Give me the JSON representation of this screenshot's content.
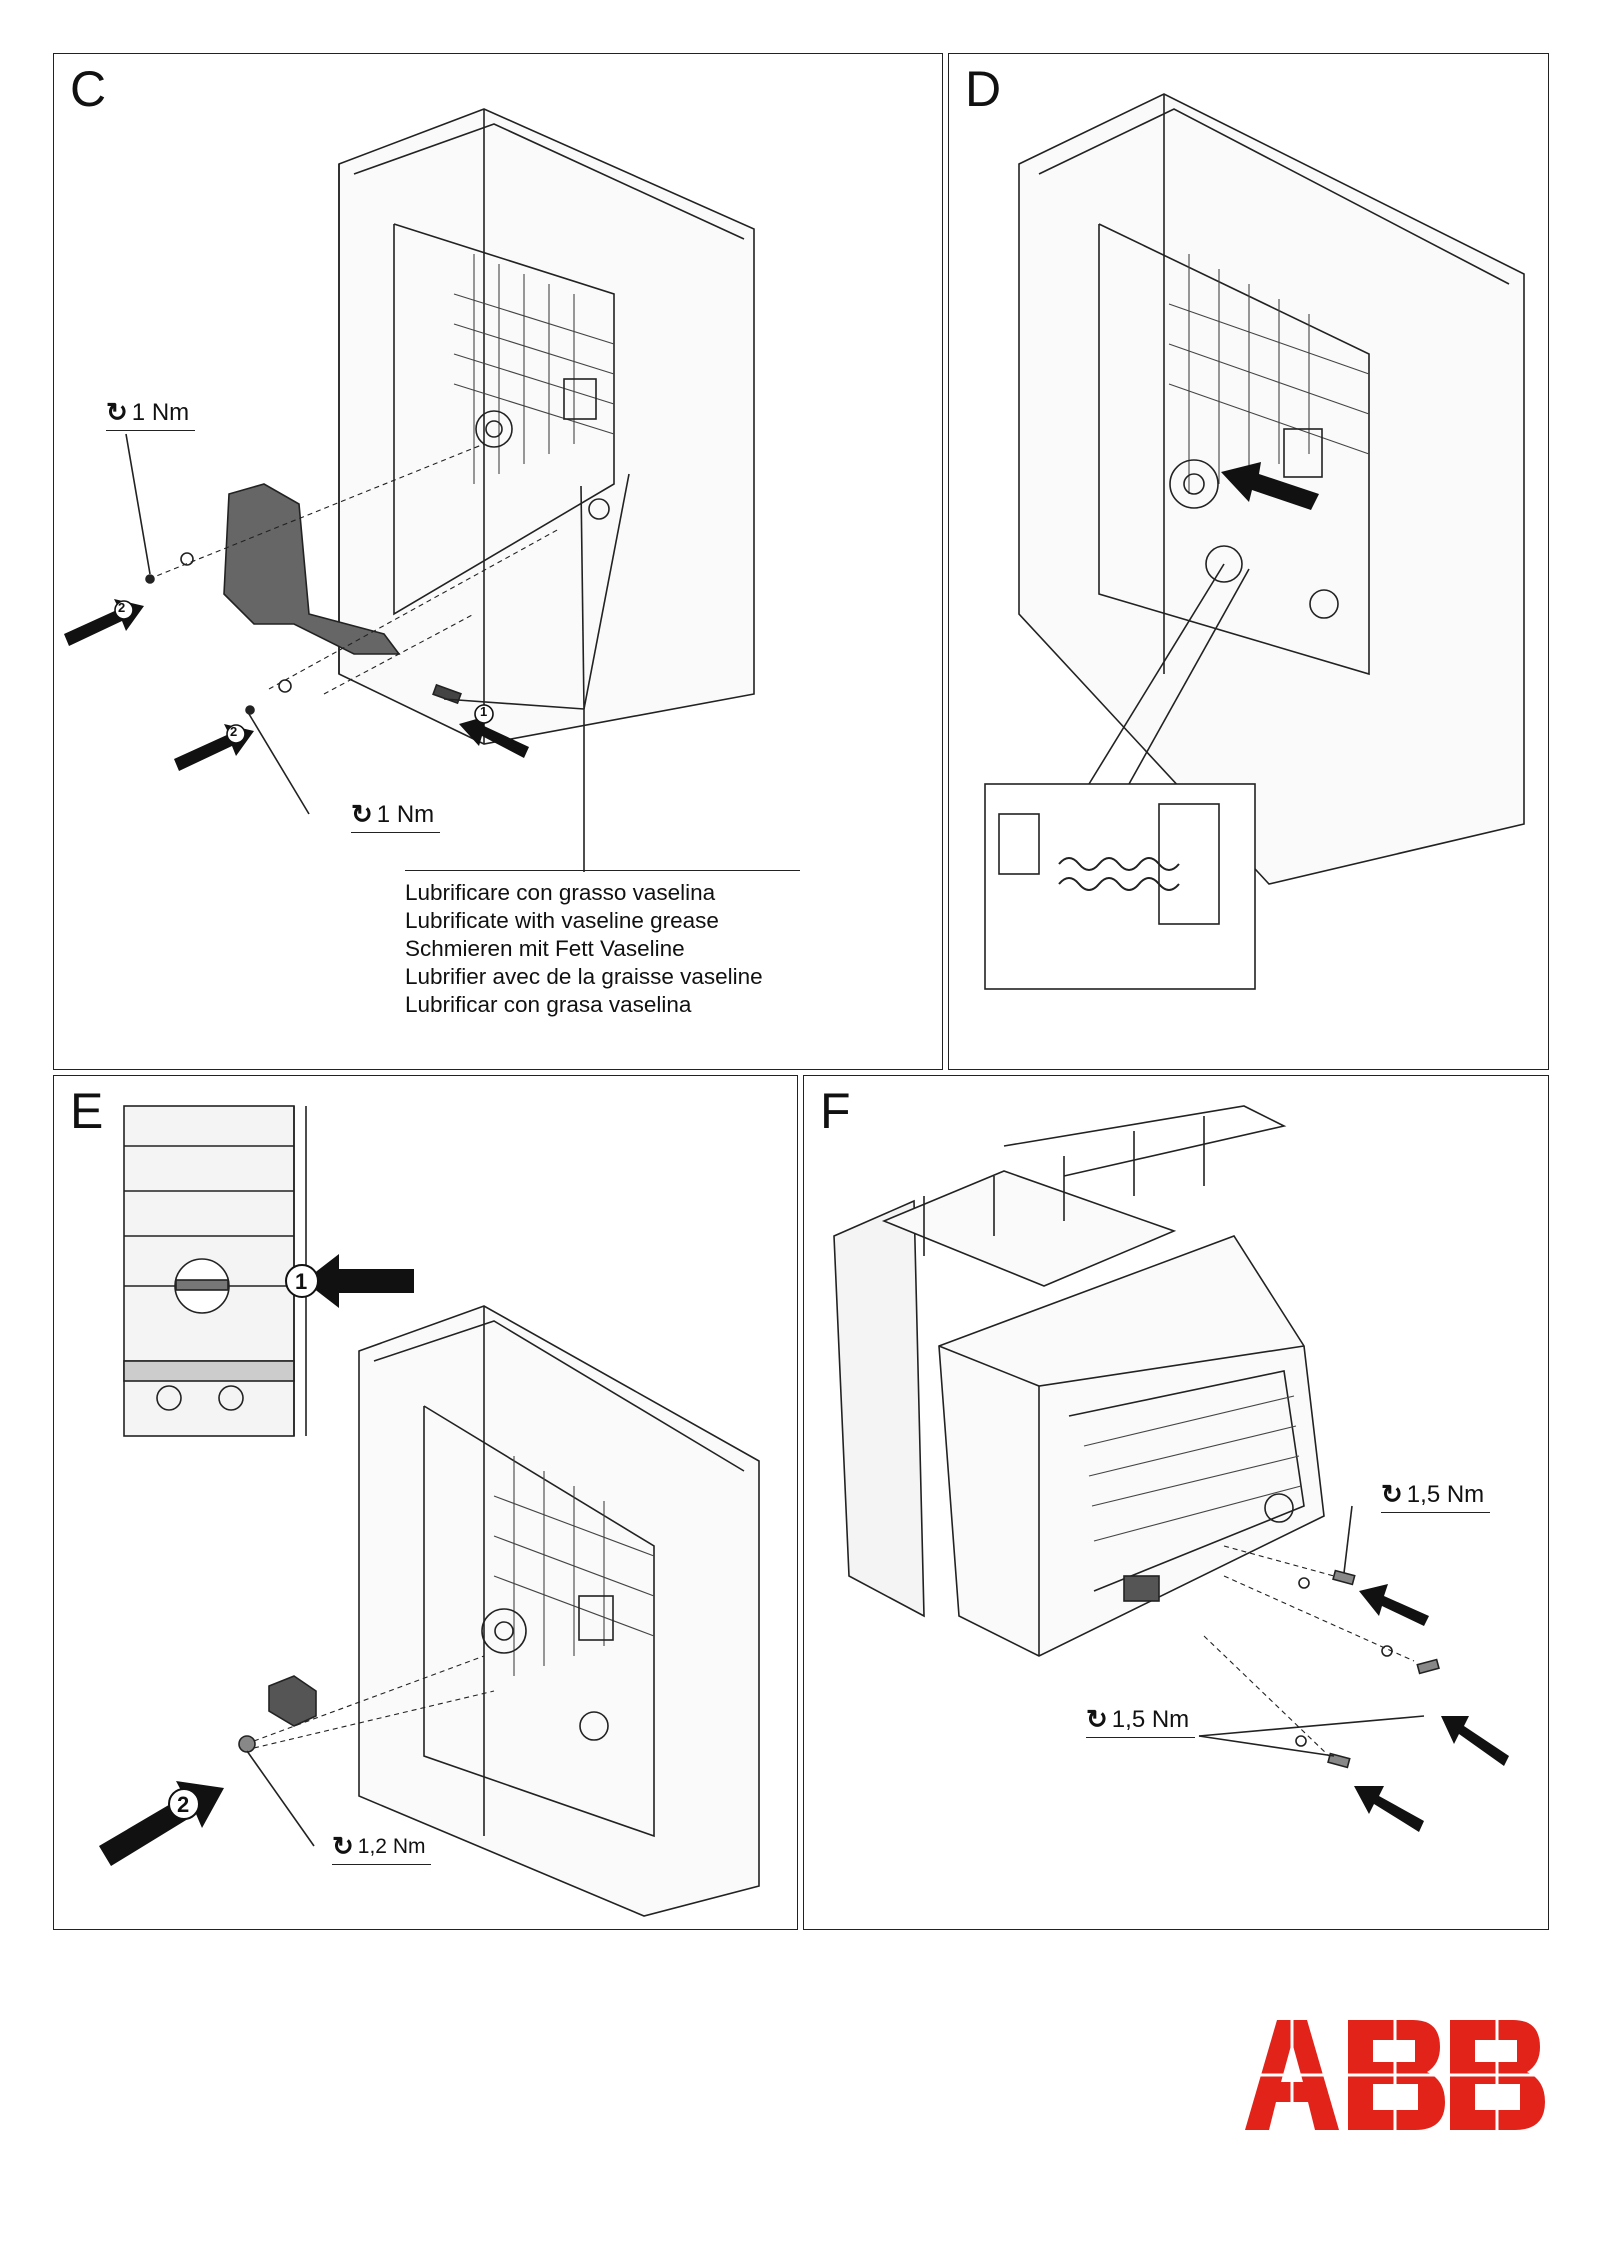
{
  "panels": {
    "c": {
      "letter": "C",
      "torque_top": "1 Nm",
      "torque_bottom": "1 Nm",
      "step1": "1",
      "step2a": "2",
      "step2b": "2"
    },
    "d": {
      "letter": "D"
    },
    "e": {
      "letter": "E",
      "torque": "1,2 Nm",
      "step1": "1",
      "step2": "2"
    },
    "f": {
      "letter": "F",
      "torque_top": "1,5 Nm",
      "torque_bottom": "1,5 Nm"
    }
  },
  "lubrication_note": [
    "Lubrificare con grasso vaselina",
    "Lubrificate with vaseline grease",
    "Schmieren mit Fett Vaseline",
    "Lubrifier avec de la graisse vaseline",
    "Lubrificar con grasa vaselina"
  ],
  "logo": {
    "text": "ABB",
    "color": "#e2231a"
  },
  "icons": {
    "torque": "torque-rotation-icon",
    "arrow": "insertion-arrow-icon"
  }
}
